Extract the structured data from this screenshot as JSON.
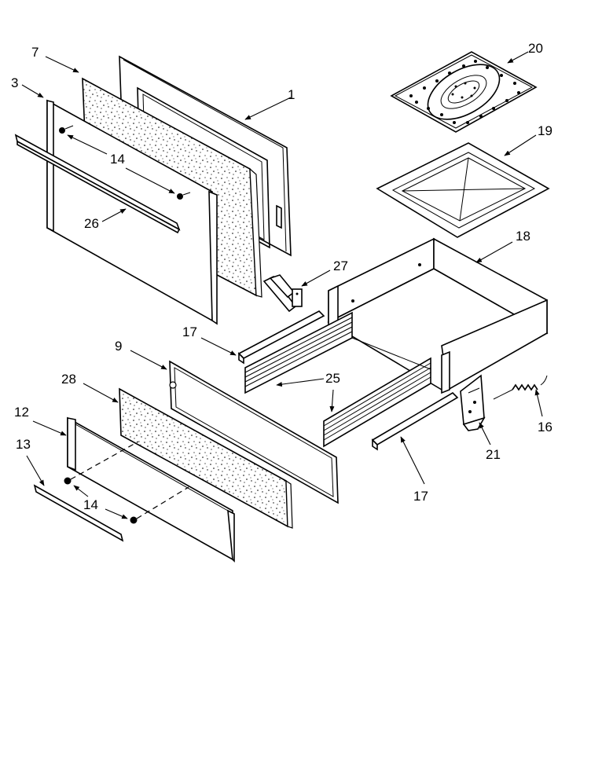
{
  "callouts": {
    "c1": "1",
    "c3": "3",
    "c7": "7",
    "c9": "9",
    "c12": "12",
    "c13": "13",
    "c14a": "14",
    "c14b": "14",
    "c16": "16",
    "c17a": "17",
    "c17b": "17",
    "c18": "18",
    "c19": "19",
    "c20": "20",
    "c21": "21",
    "c25": "25",
    "c26": "26",
    "c27": "27",
    "c28": "28"
  },
  "colors": {
    "line": "#000000",
    "background": "#ffffff"
  }
}
